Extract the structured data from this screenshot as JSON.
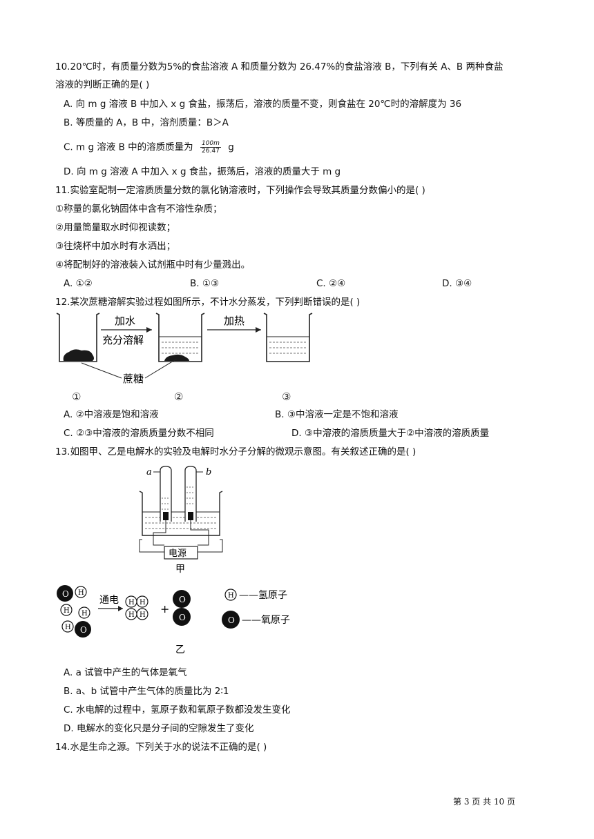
{
  "q10": {
    "stem1": "10.20℃时，有质量分数为5%的食盐溶液 A 和质量分数为 26.47%的食盐溶液 B，下列有关 A、B 两种食盐",
    "stem2": "溶液的判断正确的是(    )",
    "a": "A. 向 m g 溶液 B 中加入 x g 食盐，振荡后，溶液的质量不变，则食盐在 20℃时的溶解度为 36",
    "b": "B. 等质量的 A，B 中，溶剂质量：B＞A",
    "c_pre": "C. m g 溶液 B 中的溶质质量为",
    "c_num": "100m",
    "c_den": "26.47",
    "c_post": "g",
    "d": "D. 向 m g 溶液 A 中加入 x g 食盐，振荡后，溶液的质量大于 m g"
  },
  "q11": {
    "stem": "11.实验室配制一定溶质质量分数的氯化钠溶液时，下列操作会导致其质量分数偏小的是(    )",
    "s1": "①称量的氯化钠固体中含有不溶性杂质；",
    "s2": "②用量筒量取水时仰视读数；",
    "s3": "③往烧杯中加水时有水洒出；",
    "s4": "④将配制好的溶液装入试剂瓶中时有少量溅出。",
    "a": "A. ①②",
    "b": "B. ①③",
    "c": "C. ②④",
    "d": "D. ③④"
  },
  "q12": {
    "stem": "12.某次蔗糖溶解实验过程如图所示，不计水分蒸发，下列判断错误的是(    )",
    "fig": {
      "arrow1_top": "加水",
      "arrow1_bottom": "充分溶解",
      "arrow2": "加热",
      "sugar": "蔗糖",
      "n1": "①",
      "n2": "②",
      "n3": "③"
    },
    "a": "A. ②中溶液是饱和溶液",
    "b": "B. ③中溶液一定是不饱和溶液",
    "c": "C. ②③中溶液的溶质质量分数不相同",
    "d": "D. ③中溶液的溶质质量大于②中溶液的溶质质量"
  },
  "q13": {
    "stem": "13.如图甲、乙是电解水的实验及电解时水分子分解的微观示意图。有关叙述正确的是(    )",
    "fig": {
      "label_a": "a",
      "label_b": "b",
      "power": "电源",
      "jia": "甲",
      "yi": "乙",
      "arrow": "通电",
      "H": "H",
      "O": "O",
      "plus": "+",
      "legend_h": "——氢原子",
      "legend_o": "——氧原子"
    },
    "a": "A. a 试管中产生的气体是氧气",
    "b": "B. a、b 试管中产生气体的质量比为 2∶1",
    "c": "C. 水电解的过程中，氢原子数和氧原子数都没发生变化",
    "d": "D. 电解水的变化只是分子间的空隙发生了变化"
  },
  "q14": {
    "stem": "14.水是生命之源。下列关于水的说法不正确的是(    )"
  },
  "footer": "第 3 页 共 10 页"
}
